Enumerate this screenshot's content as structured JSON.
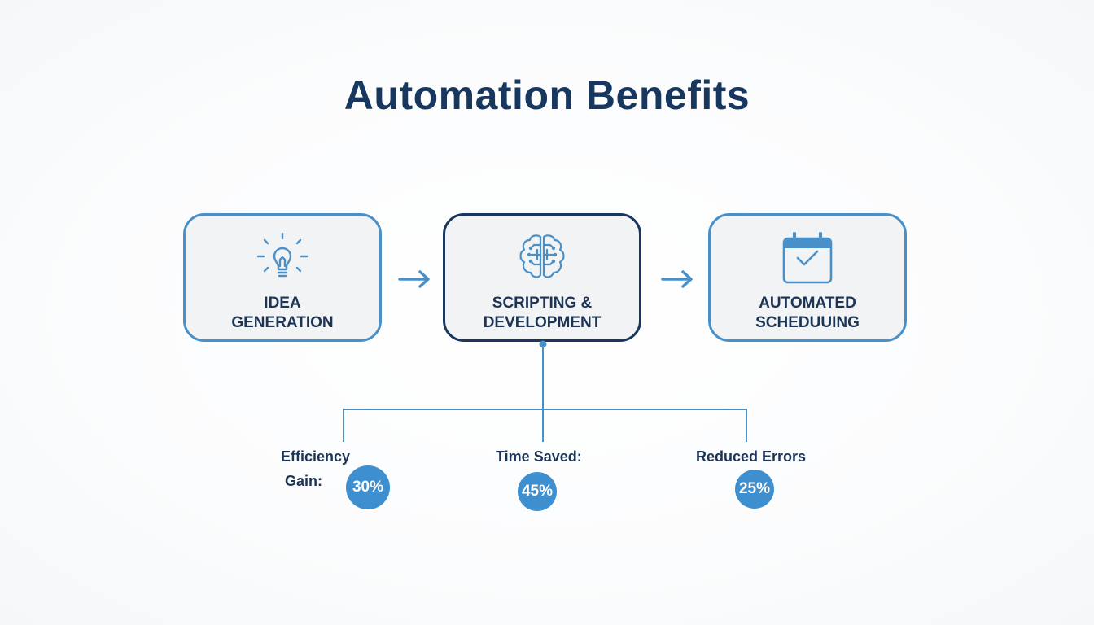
{
  "title": "Automation Benefits",
  "steps": [
    {
      "line1": "IDEA",
      "line2": "GENERATION",
      "icon": "lightbulb-icon"
    },
    {
      "line1": "SCRIPTING &",
      "line2": "DEVELOPMENT",
      "icon": "brain-circuit-icon"
    },
    {
      "line1": "AUTOMATED",
      "line2": "SCHEDUUING",
      "icon": "calendar-check-icon"
    }
  ],
  "metrics": [
    {
      "line1": "Efficiency",
      "line2": "Gain:",
      "value": "30%"
    },
    {
      "label": "Time Saved:",
      "value": "45%"
    },
    {
      "label": "Reduced Errors",
      "value": "25%"
    }
  ],
  "colors": {
    "navy": "#17375e",
    "blue": "#4a90c8",
    "circle": "#3d8fcf",
    "box_bg": "#f2f3f4"
  }
}
